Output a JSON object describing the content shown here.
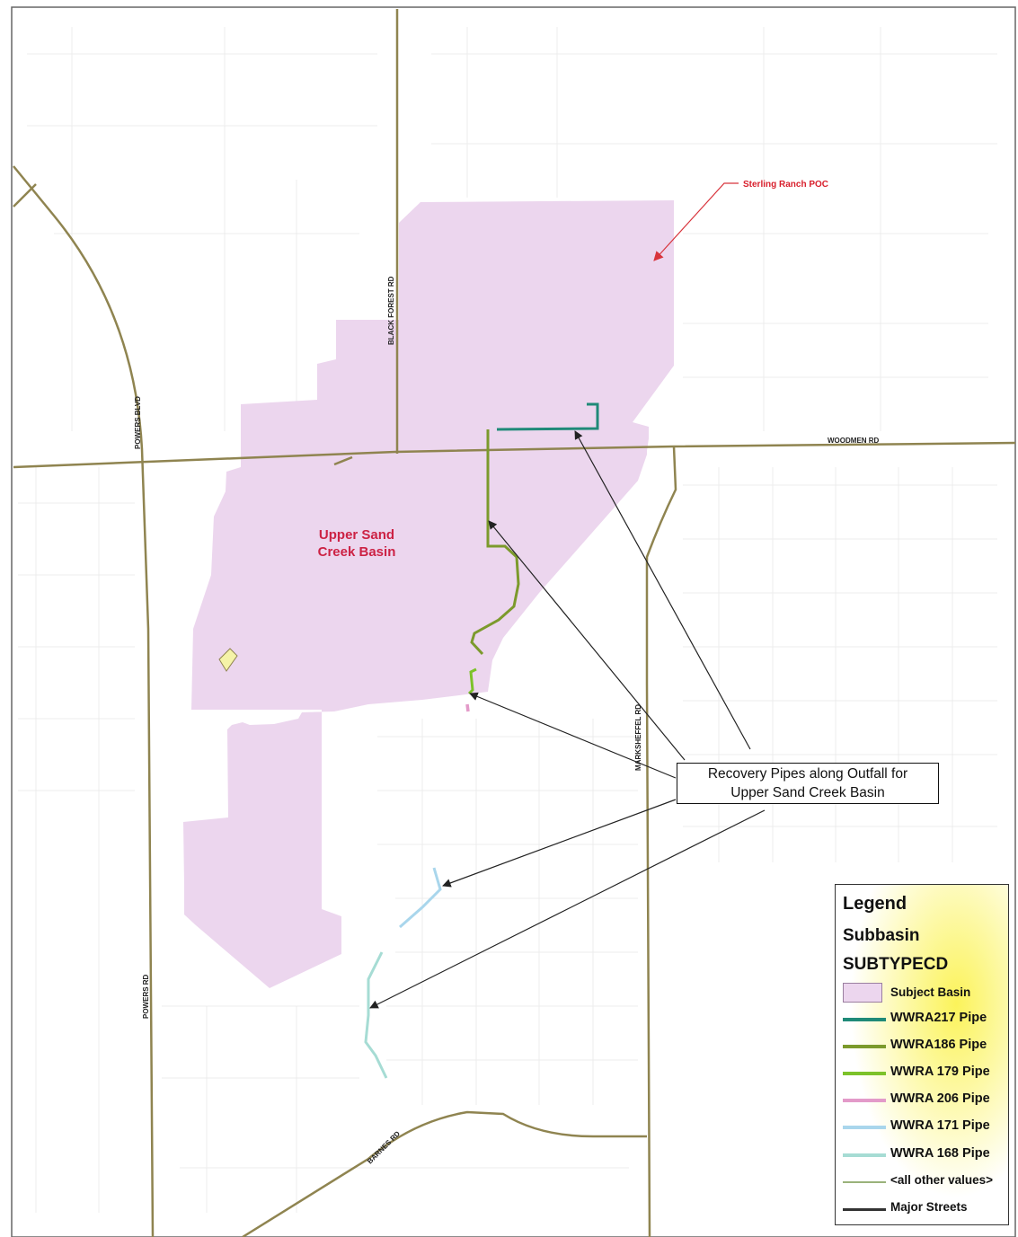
{
  "map": {
    "streets": {
      "black_forest": "BLACK FOREST RD",
      "powers_blvd": "POWERS BLVD",
      "woodmen": "WOODMEN RD",
      "marksheffel": "MARKSHEFFEL RD",
      "powers_rd": "POWERS RD",
      "barnes": "BARNES RD"
    },
    "basin_label_line1": "Upper Sand",
    "basin_label_line2": "Creek Basin",
    "poc_label": "Sterling Ranch POC",
    "callout_line1": "Recovery Pipes along Outfall for",
    "callout_line2": "Upper Sand Creek Basin"
  },
  "legend": {
    "title": "Legend",
    "subtitle": "Subbasin",
    "field": "SUBTYPECD",
    "items": [
      {
        "label": "Subject Basin",
        "color": "#ecd6ee",
        "kind": "fill"
      },
      {
        "label": "WWRA217 Pipe",
        "color": "#1f8a78",
        "kind": "line"
      },
      {
        "label": "WWRA186 Pipe",
        "color": "#7c9a2c",
        "kind": "line"
      },
      {
        "label": "WWRA 179 Pipe",
        "color": "#7cc22a",
        "kind": "line"
      },
      {
        "label": "WWRA 206 Pipe",
        "color": "#e39ac9",
        "kind": "line"
      },
      {
        "label": "WWRA 171 Pipe",
        "color": "#a9d6ec",
        "kind": "line"
      },
      {
        "label": "WWRA 168 Pipe",
        "color": "#a6dcd4",
        "kind": "line"
      },
      {
        "label": "<all other values>",
        "color": "#9ab27a",
        "kind": "thinline"
      },
      {
        "label": "Major Streets",
        "color": "#333333",
        "kind": "line"
      }
    ]
  },
  "colors": {
    "street": "#8f8450",
    "basin_fill": "#ecd6ee",
    "basin_label": "#cc2244",
    "poc_label": "#d81f2c",
    "poc_arrow": "#d8343c",
    "callout_arrow": "#222222",
    "pipe_217": "#1f8a78",
    "pipe_186": "#7c9a2c",
    "pipe_179": "#7cc22a",
    "pipe_206": "#e39ac9",
    "pipe_171": "#a9d6ec",
    "pipe_168": "#a6dcd4"
  }
}
